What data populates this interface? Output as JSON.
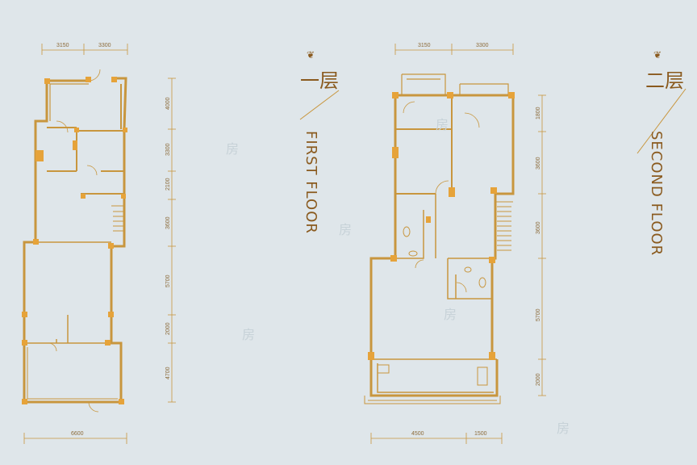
{
  "first_floor": {
    "title_cn": "一层",
    "title_en": "FIRST FLOOR",
    "top_dims": [
      "3150",
      "3300"
    ],
    "side_dims": [
      "4000",
      "3300",
      "2100",
      "3600",
      "5700",
      "2000",
      "4700"
    ],
    "bottom_dims": [
      "6600"
    ]
  },
  "second_floor": {
    "title_cn": "二层",
    "title_en": "SECOND FLOOR",
    "top_dims": [
      "3150",
      "3300"
    ],
    "side_dims": [
      "1800",
      "3600",
      "3600",
      "5700",
      "2000"
    ],
    "bottom_dims": [
      "4500",
      "1500"
    ]
  },
  "watermarks": [
    "房",
    "房",
    "房",
    "房",
    "房",
    "房"
  ],
  "colors": {
    "background": "#dfe6ea",
    "wall": "#c8963e",
    "column": "#e6a33a",
    "text": "#8a5a1e"
  }
}
